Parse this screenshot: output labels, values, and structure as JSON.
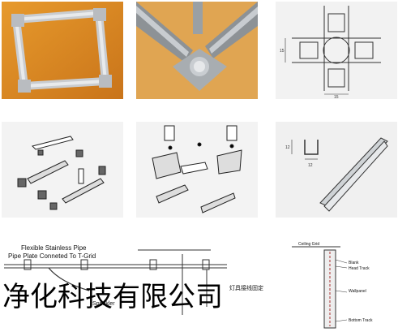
{
  "tiles": {
    "photo_frame": "",
    "photo_connector": "",
    "cross_drawing": {
      "dim_side": "15",
      "dim_bottom": "15"
    },
    "exploded_1": "",
    "exploded_2": "",
    "channel": {
      "dim_height": "12",
      "dim_width": "12"
    }
  },
  "pipe_diagram": {
    "line1": "Flexible Stainless Pipe",
    "line2": "Pipe Plate Conneted To T-Grid",
    "sprinkler": "Sprinkler",
    "chinese_note": "灯具接线固定"
  },
  "wall_diagram": {
    "ceiling_grid": "Ceiling Grid",
    "blank": "Blank",
    "head_track": "Head Track",
    "wall_panel": "Wallpanel",
    "bottom_track": "Bottom Track"
  },
  "watermark": "净化科技有限公司"
}
